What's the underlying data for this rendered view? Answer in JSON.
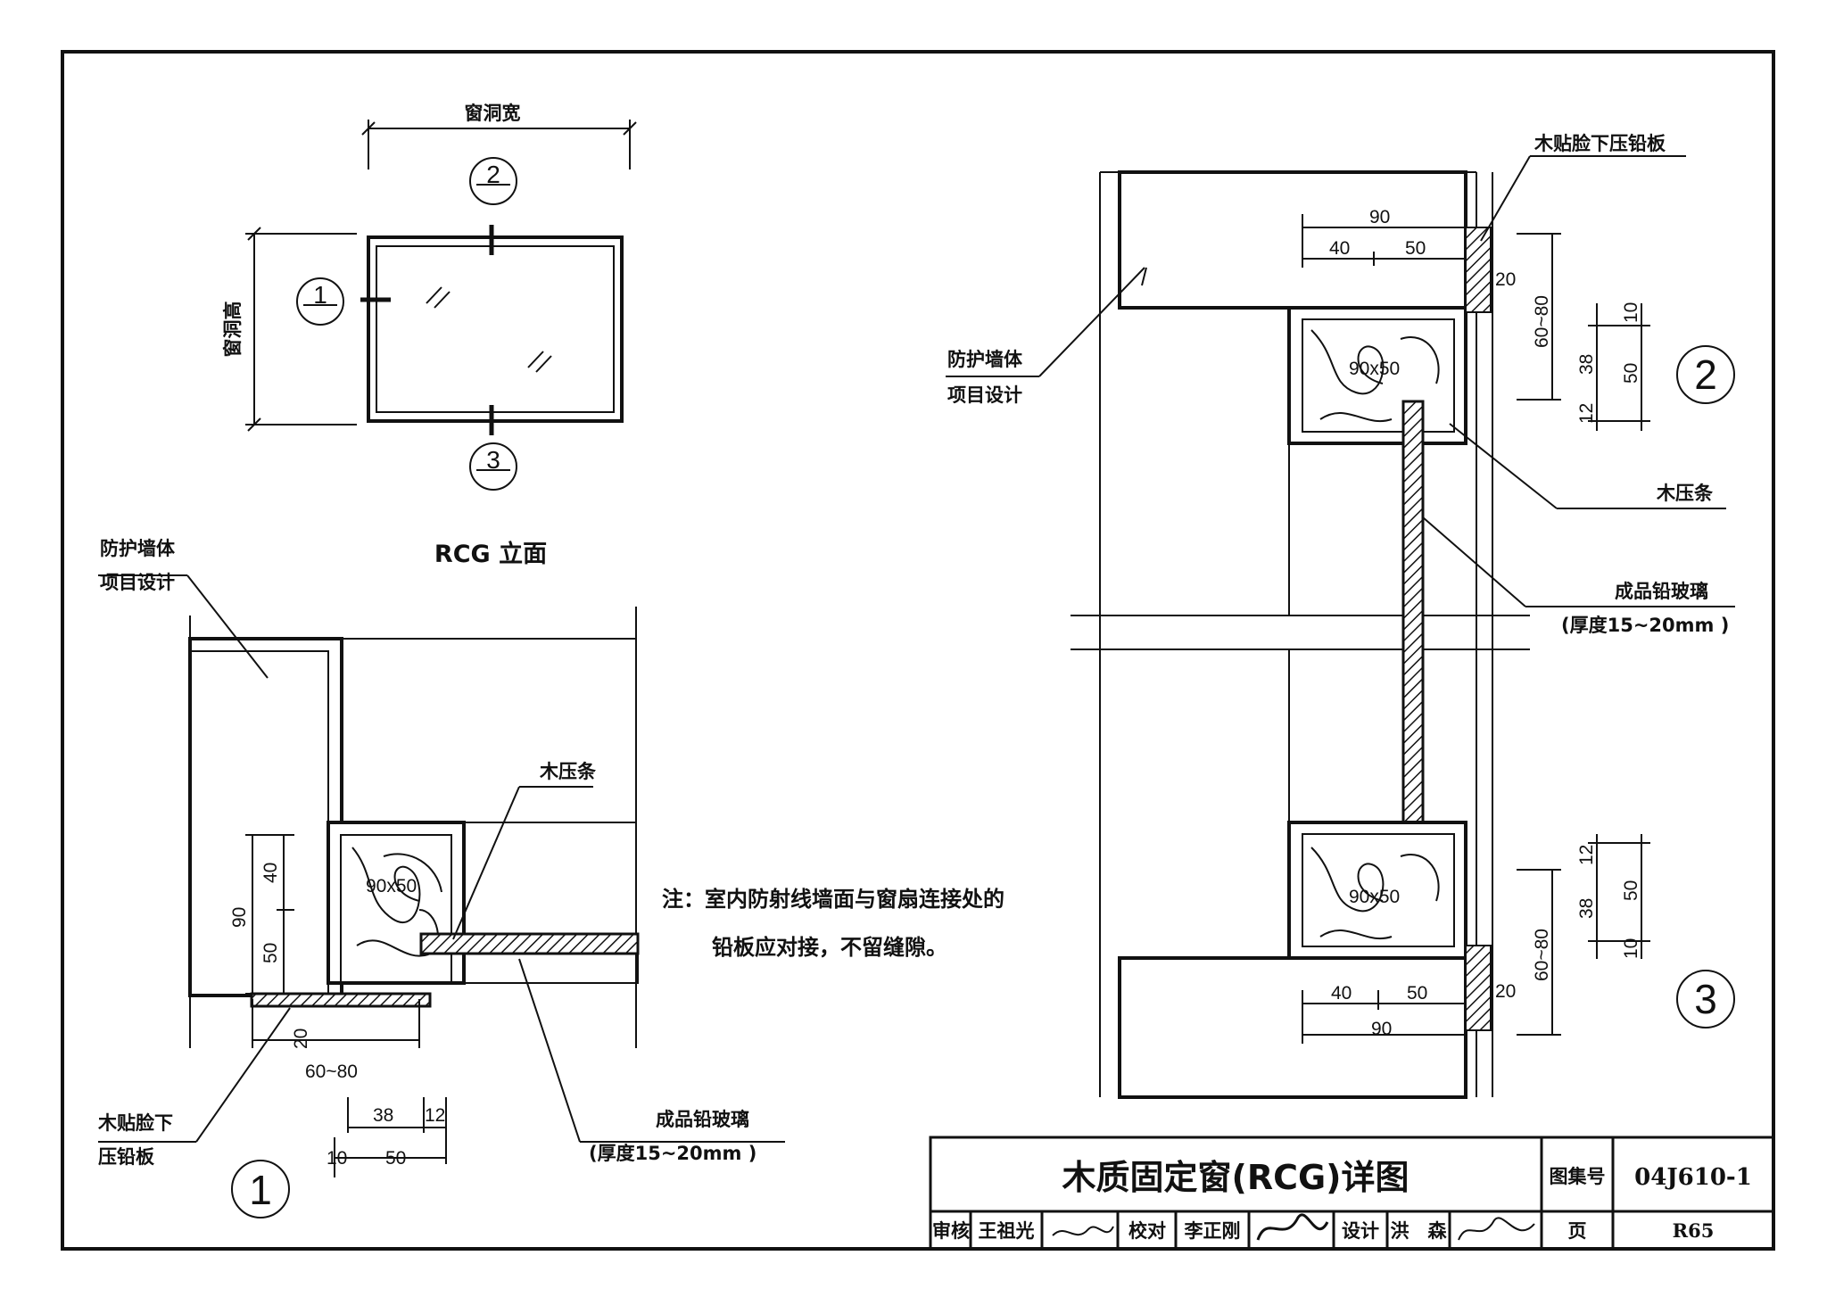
{
  "elevation": {
    "width_label": "窗洞宽",
    "height_label": "窗洞高",
    "caption": "RCG 立面",
    "markers": [
      "1",
      "2",
      "3"
    ]
  },
  "left_detail": {
    "wall_label_line1": "防护墙体",
    "wall_label_line2": "项目设计",
    "strip_label": "木压条",
    "timber_size": "90x50",
    "glass_label": "成品铅玻璃",
    "glass_note": "(厚度15~20mm )",
    "lead_label_line1": "木贴脸下",
    "lead_label_line2": "压铅板",
    "dims": {
      "d40": "40",
      "d50": "50",
      "d90": "90",
      "d20": "20",
      "d6080": "60~80",
      "d38": "38",
      "d12": "12",
      "d10": "10",
      "d50b": "50"
    },
    "marker": "1"
  },
  "note": {
    "line1": "注：室内防射线墙面与窗扇连接处的",
    "line2": "铅板应对接，不留缝隙。"
  },
  "right_detail": {
    "lead_label": "木贴脸下压铅板",
    "wall_label_line1": "防护墙体",
    "wall_label_line2": "项目设计",
    "strip_label": "木压条",
    "glass_label": "成品铅玻璃",
    "glass_note": "(厚度15~20mm )",
    "timber_size": "90x50",
    "dims": {
      "d90": "90",
      "d40": "40",
      "d50": "50",
      "d20": "20",
      "d6080": "60~80",
      "d38": "38",
      "d12": "12",
      "d10": "10",
      "d50v": "50"
    },
    "marker_top": "2",
    "marker_bottom": "3"
  },
  "title_block": {
    "title": "木质固定窗(RCG)详图",
    "atlas_label": "图集号",
    "atlas_no": "04J610-1",
    "review_label": "审核",
    "reviewer": "王祖光",
    "check_label": "校对",
    "checker": "李正刚",
    "design_label": "设计",
    "designer": "洪　森",
    "page_label": "页",
    "page_no": "R65"
  }
}
